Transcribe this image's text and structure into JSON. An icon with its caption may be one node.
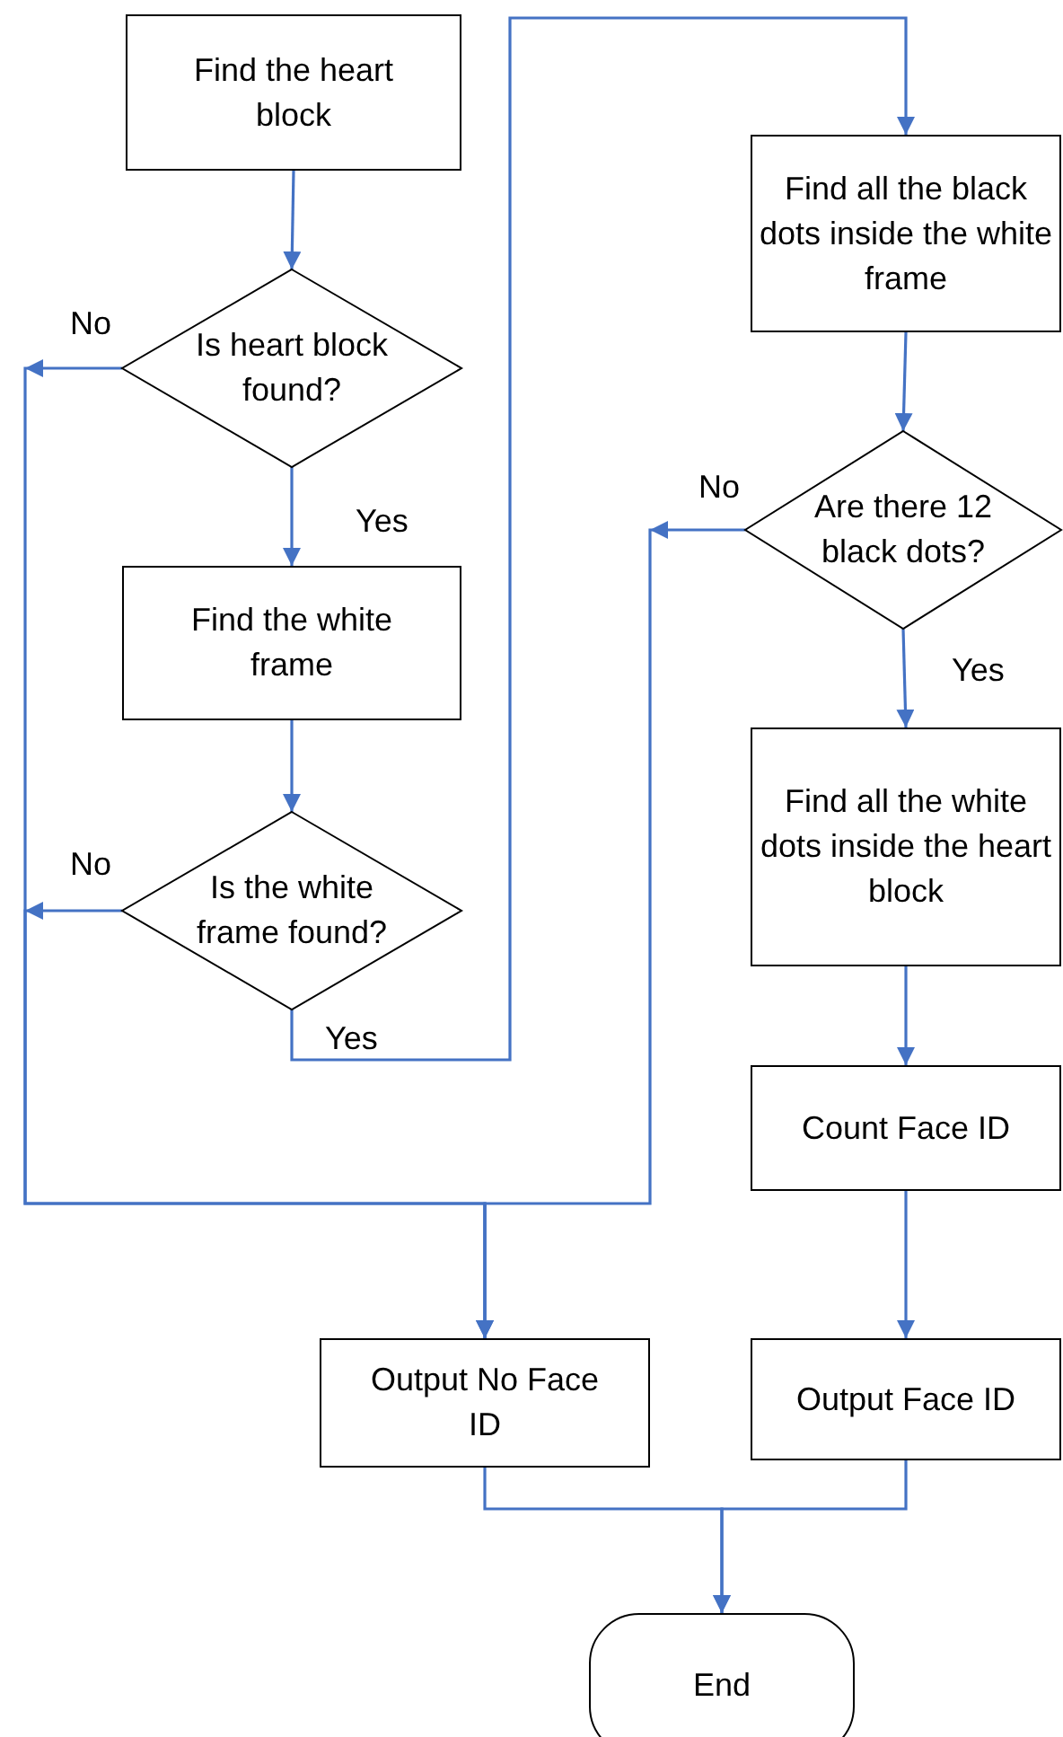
{
  "diagram": {
    "nodes": [
      {
        "text": [
          "Find the heart block"
        ]
      },
      {
        "text": [
          "Is heart block found?"
        ]
      },
      {
        "text": [
          "Find the white frame"
        ]
      },
      {
        "text": [
          "Is the white frame found?"
        ]
      },
      {
        "text": [
          "Find all the black dots inside the white frame"
        ]
      },
      {
        "text": [
          "Are there 12 black dots?"
        ]
      },
      {
        "text": [
          "Find all the white dots inside the heart block"
        ]
      },
      {
        "text": [
          "Count Face ID"
        ]
      },
      {
        "text": [
          "Output Face ID"
        ]
      },
      {
        "text": [
          "Output No Face ID"
        ]
      },
      {
        "text": [
          "End"
        ]
      }
    ],
    "edges": [
      {
        "from": 0,
        "to": 1,
        "arrow": "to"
      },
      {
        "from": 1,
        "to": 2,
        "arrow": "to",
        "label": "Yes"
      },
      {
        "from": 1,
        "to": 9,
        "arrow": "to",
        "label": "No"
      },
      {
        "from": 2,
        "to": 3,
        "arrow": "to"
      },
      {
        "from": 3,
        "to": 9,
        "arrow": "to",
        "label": "No"
      },
      {
        "from": 3,
        "to": 4,
        "arrow": "to",
        "label": "Yes"
      },
      {
        "from": 4,
        "to": 5,
        "arrow": "to"
      },
      {
        "from": 5,
        "to": 9,
        "arrow": "to",
        "label": "No"
      },
      {
        "from": 5,
        "to": 6,
        "arrow": "to",
        "label": "Yes"
      },
      {
        "from": 6,
        "to": 7,
        "arrow": "to"
      },
      {
        "from": 7,
        "to": 8,
        "arrow": "to"
      },
      {
        "from": 8,
        "to": 10,
        "arrow": "to"
      },
      {
        "from": 9,
        "to": 10,
        "arrow": "to"
      }
    ]
  }
}
